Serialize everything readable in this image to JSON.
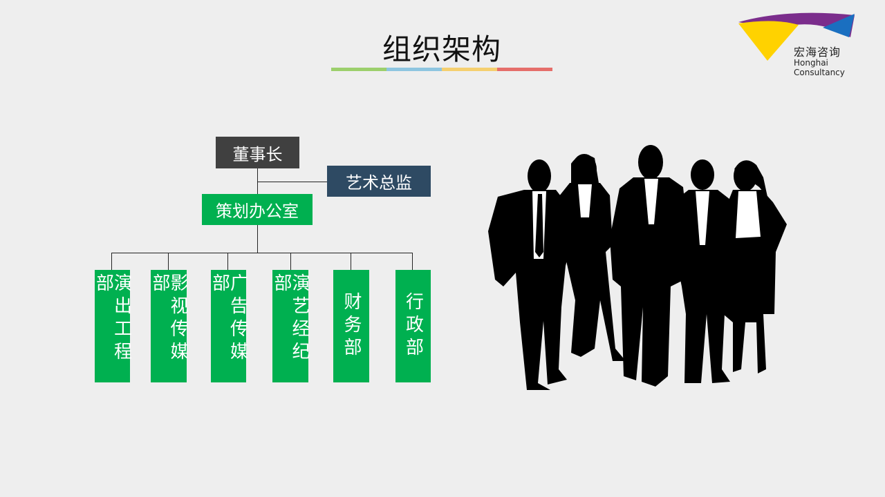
{
  "slide": {
    "title": "组织架构",
    "underline_colors": [
      "#9ccf6c",
      "#8ec5e0",
      "#f5cf6f",
      "#e56e6a"
    ]
  },
  "logo": {
    "name_cn": "宏海咨询",
    "name_en": "Honghai Consultancy",
    "colors": [
      "#7b2d8c",
      "#1a6fc0",
      "#ffd200"
    ]
  },
  "org": {
    "chairman": "董事长",
    "art_director": "艺术总监",
    "planning_office": "策划办公室",
    "departments": [
      "演出工程部",
      "影视传媒部",
      "广告传媒部",
      "演艺经纪部",
      "财务部",
      "行政部"
    ]
  },
  "colors": {
    "dark_box": "#404040",
    "navy_box": "#2e4a63",
    "green_box": "#00b050"
  },
  "illustration": "business-team-silhouette"
}
